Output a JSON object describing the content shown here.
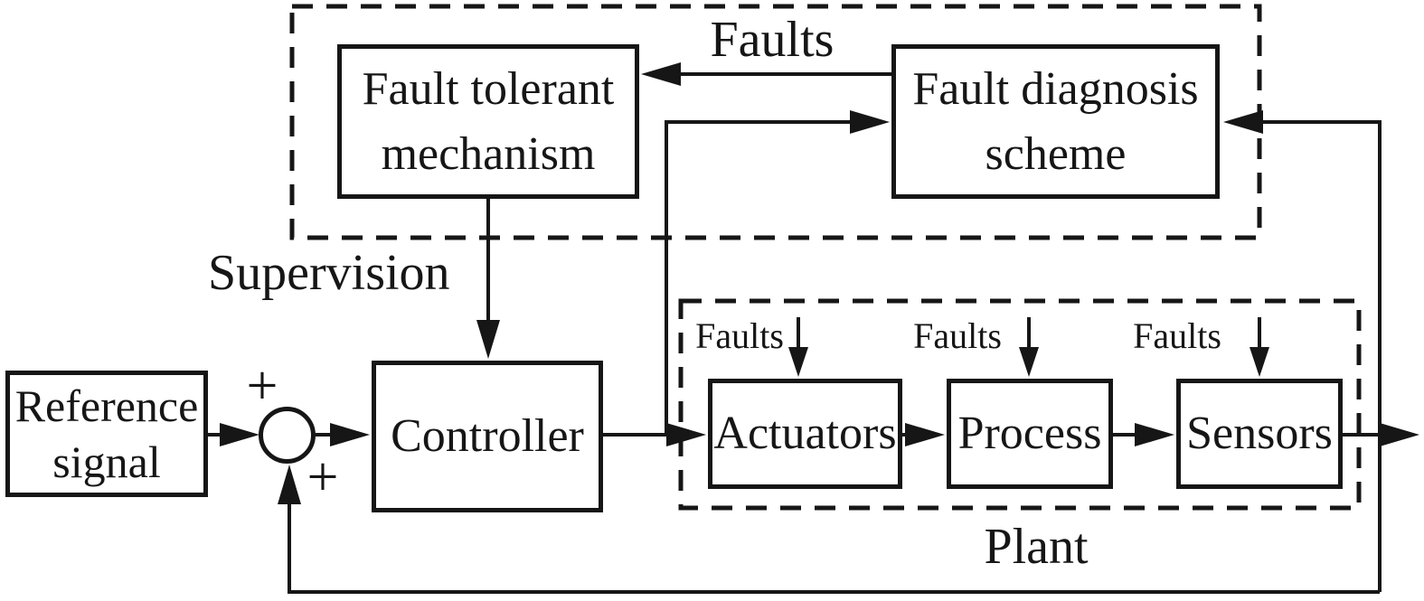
{
  "diagram": {
    "title_semantics": "Fault tolerant control system block diagram",
    "ink_color": "#161616",
    "background_color": "#ffffff",
    "boxes": {
      "fault_tolerant": {
        "lines": [
          "Fault tolerant",
          "mechanism"
        ]
      },
      "fault_diagnosis": {
        "lines": [
          "Fault diagnosis",
          "scheme"
        ]
      },
      "reference": {
        "lines": [
          "Reference",
          "signal"
        ]
      },
      "controller": {
        "label": "Controller"
      },
      "actuators": {
        "label": "Actuators"
      },
      "process": {
        "label": "Process"
      },
      "sensors": {
        "label": "Sensors"
      }
    },
    "labels": {
      "faults_top": "Faults",
      "supervision": "Supervision",
      "plant": "Plant",
      "faults_actuators": "Faults",
      "faults_process": "Faults",
      "faults_sensors": "Faults",
      "sum_plus_top": "+",
      "sum_plus_bottom": "+"
    }
  }
}
